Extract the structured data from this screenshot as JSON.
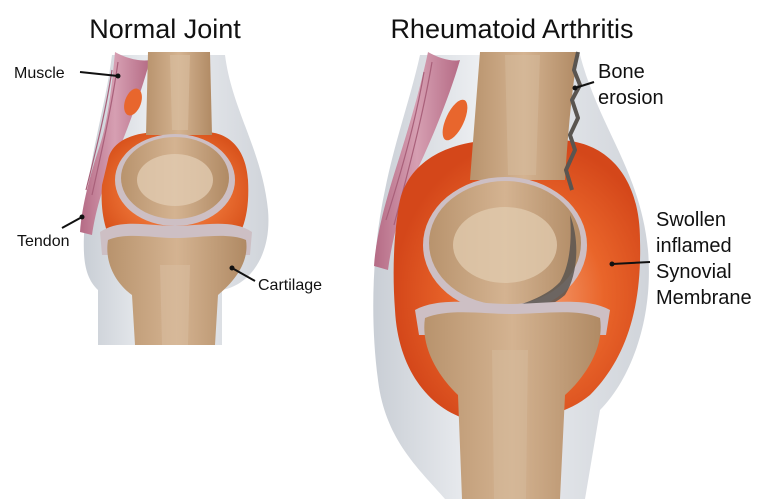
{
  "titles": {
    "normal": "Normal Joint",
    "ra": "Rheumatoid Arthritis"
  },
  "labels": {
    "muscle": "Muscle",
    "tendon": "Tendon",
    "cartilage": "Cartilage",
    "bone_erosion_1": "Bone",
    "bone_erosion_2": "erosion",
    "swollen_1": "Swollen",
    "swollen_2": "inflamed",
    "swollen_3": "Synovial",
    "swollen_4": "Membrane"
  },
  "colors": {
    "bone": "#c9a987",
    "bone_dark": "#a7825e",
    "bone_light": "#e6d2b8",
    "cartilage": "#c8b7bd",
    "synovium": "#e8662d",
    "synovium_dark": "#c94616",
    "capsule": "#d9dde2",
    "muscle": "#c98aa0",
    "muscle_dark": "#a9607a",
    "erosion": "#5a5550"
  }
}
